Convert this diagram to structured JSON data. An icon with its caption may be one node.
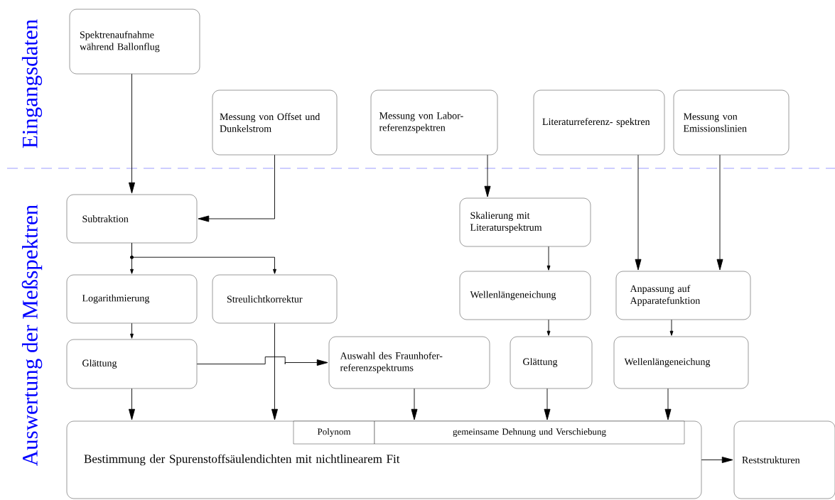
{
  "diagram": {
    "nodes": [
      {
        "text": [
          "Spektrenaufnahme während Ballonflug"
        ]
      },
      {
        "text": [
          "Messung von Offset und Dunkelstrom"
        ]
      },
      {
        "text": [
          "Messung von Labor- referenzspektren"
        ]
      },
      {
        "text": [
          "Literaturreferenz- spektren"
        ]
      },
      {
        "text": [
          "Messung von Emissionslinien"
        ]
      },
      {
        "text": [
          "Subtraktion"
        ]
      },
      {
        "text": [
          "Skalierung mit Literaturspektrum"
        ]
      },
      {
        "text": [
          "Logarithmierung"
        ]
      },
      {
        "text": [
          "Streulichtkorrektur"
        ]
      },
      {
        "text": [
          "Wellenlängeneichung"
        ]
      },
      {
        "text": [
          "Anpassung auf Apparatefunktion"
        ]
      },
      {
        "text": [
          "Glättung"
        ]
      },
      {
        "text": [
          "Auswahl des Fraunhofer- referenzspektrums"
        ]
      },
      {
        "text": [
          "Glättung"
        ]
      },
      {
        "text": [
          "Wellenlängeneichung"
        ]
      },
      {
        "text": [
          "Bestimmung der Spurenstoffsäulendichten mit nichtlinearem Fit"
        ]
      },
      {
        "text": [
          "Polynom"
        ],
        "in": 15
      },
      {
        "text": [
          "gemeinsame Dehnung und Verschiebung"
        ],
        "in": 15
      },
      {
        "text": [
          "Reststrukturen"
        ]
      }
    ],
    "edges": [
      {
        "from": 0,
        "to": 5,
        "arrow": "to"
      },
      {
        "from": 1,
        "to": 5,
        "arrow": "to"
      },
      {
        "from": 5,
        "to": 7,
        "arrow": "to"
      },
      {
        "from": 5,
        "to": 8,
        "arrow": "to"
      },
      {
        "from": 7,
        "to": 11,
        "arrow": "to"
      },
      {
        "from": 11,
        "to": 12,
        "arrow": "to"
      },
      {
        "from": 11,
        "to": 15,
        "arrow": "to"
      },
      {
        "from": 8,
        "to": 15,
        "arrow": "to"
      },
      {
        "from": 2,
        "to": 6,
        "arrow": "to"
      },
      {
        "from": 3,
        "to": 10,
        "arrow": "to"
      },
      {
        "from": 4,
        "to": 10,
        "arrow": "to"
      },
      {
        "from": 6,
        "to": 9,
        "arrow": "to"
      },
      {
        "from": 10,
        "to": 14,
        "arrow": "to"
      },
      {
        "from": 9,
        "to": 13,
        "arrow": "to"
      },
      {
        "from": 12,
        "to": 17,
        "arrow": "to"
      },
      {
        "from": 13,
        "to": 17,
        "arrow": "to"
      },
      {
        "from": 14,
        "to": 17,
        "arrow": "to"
      },
      {
        "from": 15,
        "to": 18,
        "arrow": "to"
      }
    ],
    "labels": [
      "Eingangsdaten",
      "Auswertung der Meßspektren"
    ]
  }
}
